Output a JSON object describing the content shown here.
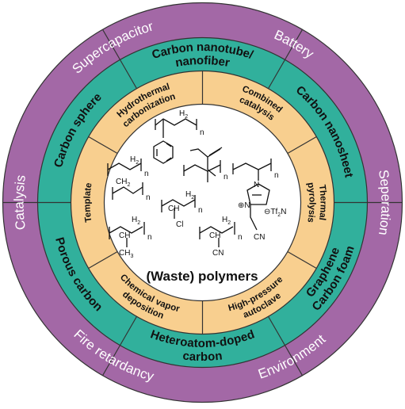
{
  "colors": {
    "outer_ring": "#a368a6",
    "middle_ring": "#31b09c",
    "inner_ring": "#f8cf8f",
    "center": "#ffffff",
    "outline": "#333333",
    "outer_text": "#ffffff"
  },
  "outer_ring": {
    "labels": [
      "Supercapacitor",
      "Battery",
      "Seperation",
      "Environment",
      "Fire retardancy",
      "Catalysis"
    ]
  },
  "middle_ring": {
    "labels": [
      [
        "Carbon nanotube/",
        "nanofiber"
      ],
      [
        "Carbon nanosheet"
      ],
      [
        "Graphene",
        "Carbon foam"
      ],
      [
        "Heteroatom-doped",
        "carbon"
      ],
      [
        "Porous carbon"
      ],
      [
        "Carbon sphere"
      ]
    ]
  },
  "inner_ring": {
    "labels": [
      [
        "Hydrothermal",
        "carbonization"
      ],
      [
        "Combined",
        "catalysis"
      ],
      [
        "Thermal",
        "pyrolysis"
      ],
      [
        "High-pressure",
        "autoclave"
      ],
      [
        "Chemical vapor",
        "deposition"
      ],
      [
        "Template"
      ]
    ]
  },
  "center": {
    "title": "(Waste) polymers",
    "chem_labels": {
      "h2": "H",
      "sub2": "2",
      "c": "C",
      "h": "H",
      "ch": "CH",
      "n": "n",
      "cl": "Cl",
      "ch3": "CH",
      "sub3": "3",
      "cn": "CN",
      "nitrogen": "N",
      "tf2n": "Tf",
      "tf2n_tail": "N",
      "plus": "⊕",
      "minus": "⊖"
    }
  }
}
